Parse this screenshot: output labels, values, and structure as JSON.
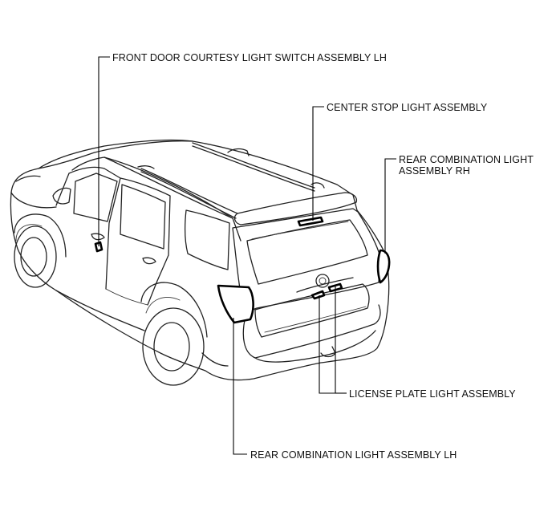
{
  "labels": {
    "front_door_switch": "FRONT DOOR COURTESY LIGHT SWITCH ASSEMBLY LH",
    "center_stop_light": "CENTER STOP LIGHT ASSEMBLY",
    "rear_combo_rh_line1": "REAR COMBINATION LIGHT",
    "rear_combo_rh_line2": "ASSEMBLY RH",
    "license_plate_light": "LICENSE PLATE LIGHT ASSEMBLY",
    "rear_combo_lh": "REAR COMBINATION LIGHT ASSEMBLY LH"
  }
}
